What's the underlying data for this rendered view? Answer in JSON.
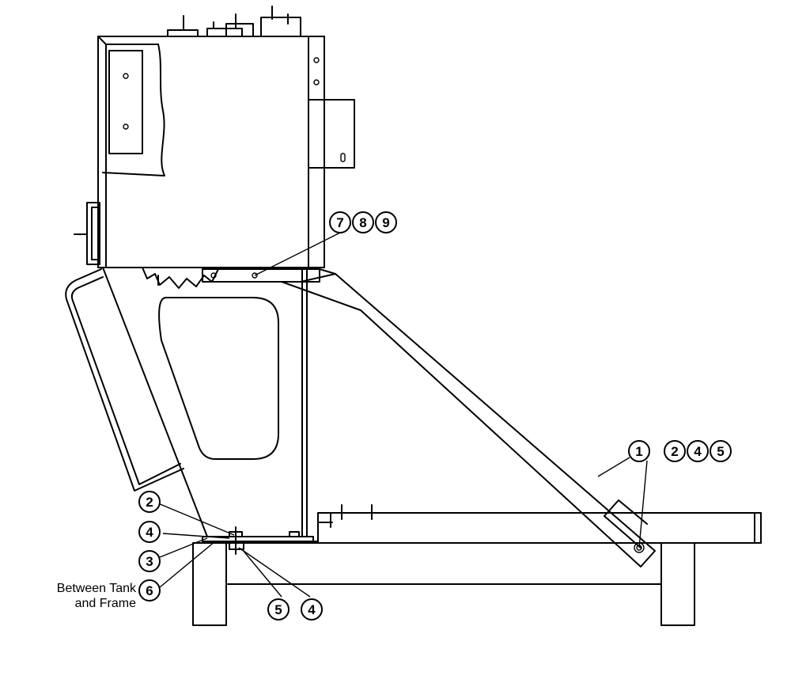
{
  "callouts": {
    "top_group": [
      "7",
      "8",
      "9"
    ],
    "brace": "1",
    "brace_end_group": [
      "2",
      "4",
      "5"
    ],
    "left_stack": [
      "2",
      "4",
      "3",
      "6"
    ],
    "bottom_pair": [
      "5",
      "4"
    ]
  },
  "note": {
    "line1": "Between Tank",
    "line2": "and Frame"
  }
}
